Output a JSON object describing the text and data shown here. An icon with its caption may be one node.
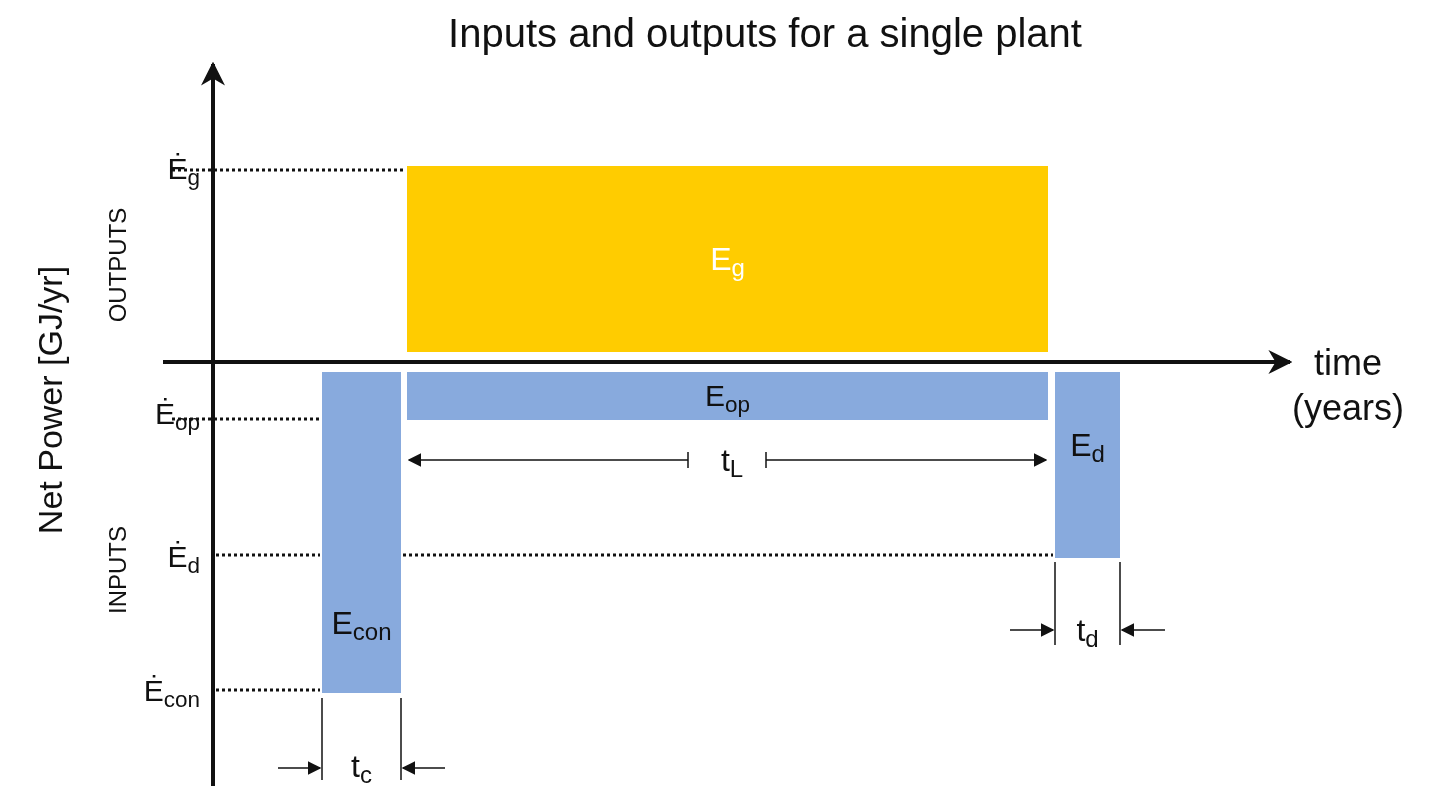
{
  "diagram": {
    "title": "Inputs and outputs for a single plant",
    "nodes": [
      {
        "text": [
          "E$_{g}$"
        ]
      },
      {
        "text": [
          "E$_{op}$"
        ]
      },
      {
        "text": [
          "E$_{con}$"
        ]
      },
      {
        "text": [
          "E$_{d}$"
        ]
      }
    ],
    "edges": [],
    "labels": [
      "Ė$_{g}$",
      "Ė$_{op}$",
      "Ė$_{d}$",
      "Ė$_{con}$",
      "t$_{L}$",
      "t$_{d}$",
      "t$_{c}$",
      "time (years)",
      "Net Power [GJ/yr]",
      "OUTPUTS",
      "INPUTS"
    ]
  }
}
